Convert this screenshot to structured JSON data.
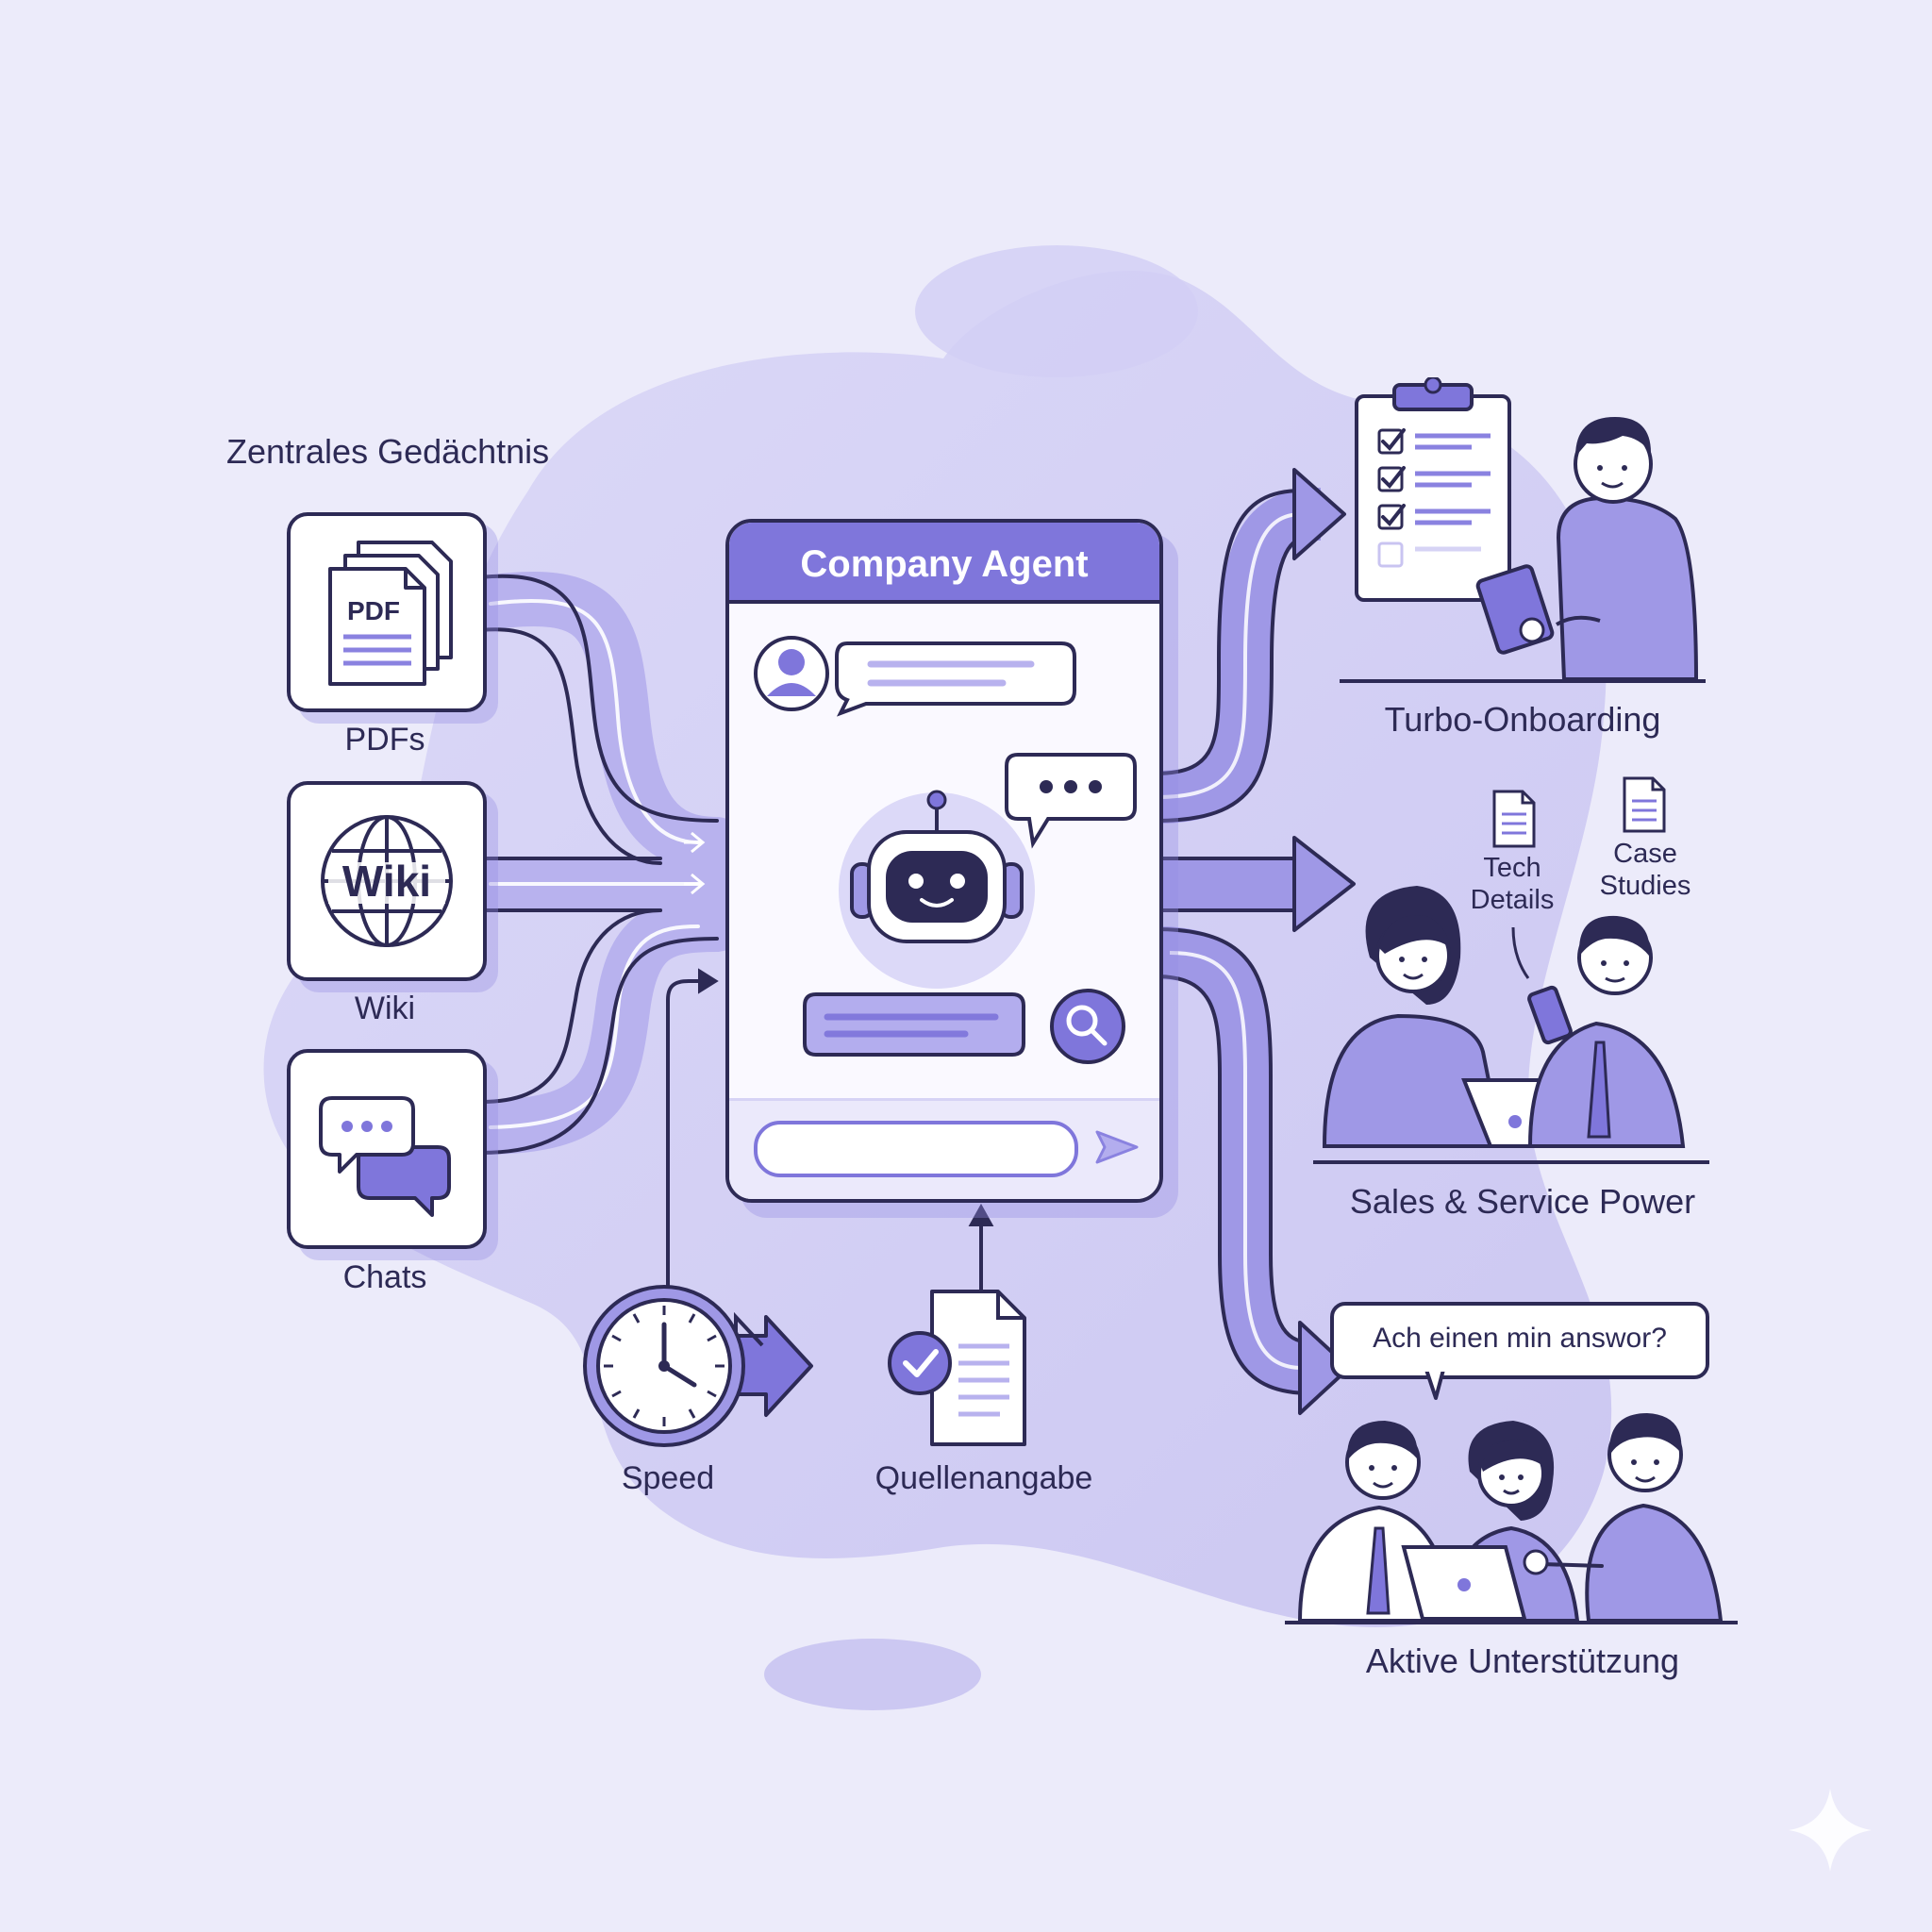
{
  "heading": "Zentrales Gedächtnis",
  "sources": [
    {
      "label": "PDFs",
      "icon": "pdf-documents-icon",
      "badge": "PDF"
    },
    {
      "label": "Wiki",
      "icon": "wiki-globe-icon",
      "badge": "Wiki"
    },
    {
      "label": "Chats",
      "icon": "chat-bubbles-icon"
    }
  ],
  "agent": {
    "title": "Company Agent",
    "icons": [
      "user-avatar-icon",
      "robot-icon",
      "typing-bubble-icon",
      "search-icon",
      "send-icon"
    ]
  },
  "features": [
    {
      "label": "Speed",
      "icon": "clock-icon"
    },
    {
      "label": "Quellenangabe",
      "icon": "verified-document-icon"
    }
  ],
  "outcomes": [
    {
      "label": "Turbo-Onboarding",
      "icon": "checklist-clipboard-icon"
    },
    {
      "label": "Sales & Service Power",
      "docs": [
        "Tech Details",
        "Case Studies"
      ]
    },
    {
      "label": "Aktive Unterstützung",
      "bubble": "Ach einen min answor?"
    }
  ],
  "colors": {
    "background": "#ecebfa",
    "blob": "#cfcbf3",
    "accent": "#7f76db",
    "ink": "#2d2a55",
    "arrow": "#a29be8"
  }
}
